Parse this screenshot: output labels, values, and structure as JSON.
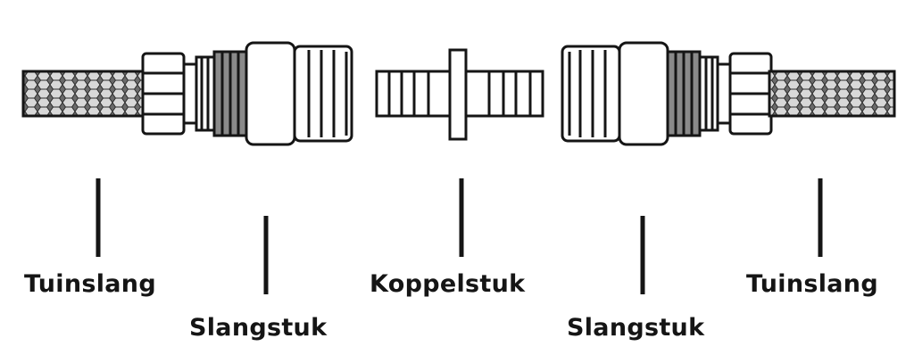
{
  "labels": {
    "hose_left": "Tuinslang",
    "hose_piece_left": "Slangstuk",
    "coupling": "Koppelstuk",
    "hose_piece_right": "Slangstuk",
    "hose_right": "Tuinslang"
  },
  "colors": {
    "ink": "#151515",
    "body": "#ffffff",
    "shade": "#8a8a8a",
    "mesh": "#5a5a5a"
  }
}
